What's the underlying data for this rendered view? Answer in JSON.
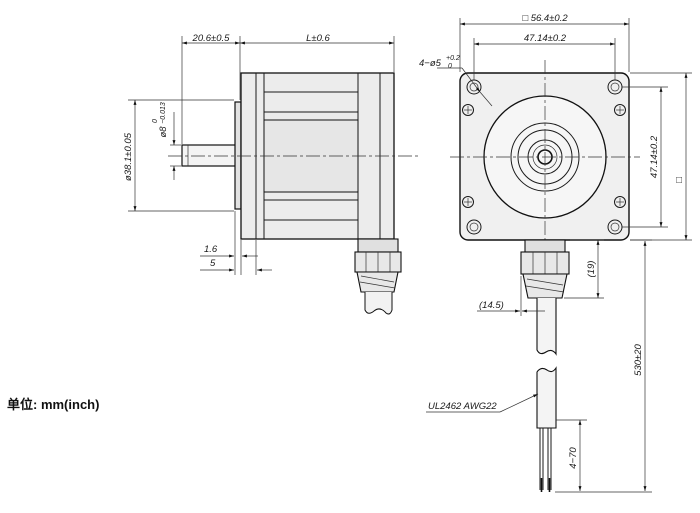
{
  "unit_label": "单位: mm(inch)",
  "dimensions": {
    "shaft_length": "20.6±0.5",
    "body_length": "L±0.6",
    "flange_square": "□ 56.4±0.2",
    "hole_spacing_h": "47.14±0.2",
    "hole_spacing_v": "47.14±0.2",
    "square_symbol": "□",
    "holes_prefix": "4−ø5",
    "holes_tol_upper": "+0.2",
    "holes_tol_lower": "0",
    "pilot_dia": "ø38.1±0.05",
    "shaft_dia_base": "ø8",
    "shaft_tol_upper": "0",
    "shaft_tol_lower": "−0.013",
    "flange_thickness": "1.6",
    "pilot_depth": "5",
    "gland_height": "(19)",
    "gland_offset": "(14.5)",
    "lead_length": "530±20",
    "strip_length": "4−70",
    "cable_spec": "UL2462  AWG22"
  }
}
